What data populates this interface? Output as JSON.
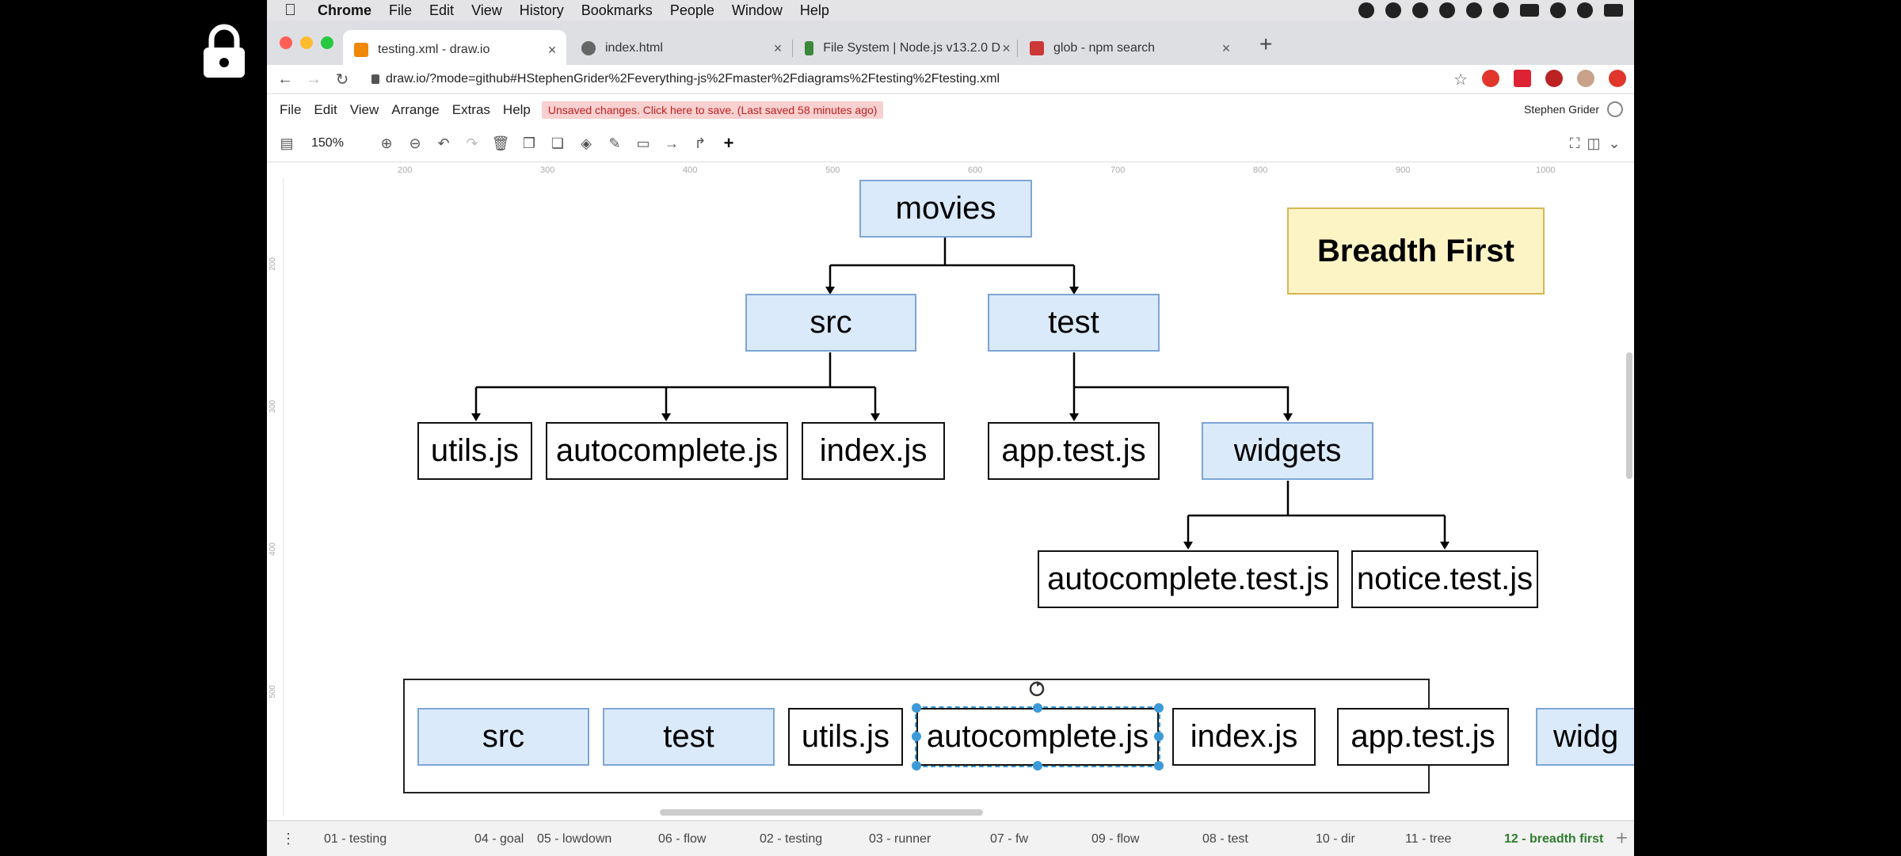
{
  "mac_menu": [
    "Chrome",
    "File",
    "Edit",
    "View",
    "History",
    "Bookmarks",
    "People",
    "Window",
    "Help"
  ],
  "tabs": [
    {
      "title": "testing.xml - draw.io",
      "favicon_color": "#f08705"
    },
    {
      "title": "index.html",
      "favicon_color": "#666666"
    },
    {
      "title": "File System | Node.js v13.2.0 D",
      "favicon_color": "#3c873a"
    },
    {
      "title": "glob - npm search",
      "favicon_color": "#cb3837"
    }
  ],
  "url": "draw.io/?mode=github#HStephenGrider%2Feverything-js%2Fmaster%2Fdiagrams%2Ftesting%2Ftesting.xml",
  "drawio_menu": [
    "File",
    "Edit",
    "View",
    "Arrange",
    "Extras",
    "Help"
  ],
  "unsaved_notice": "Unsaved changes. Click here to save. (Last saved 58 minutes ago)",
  "user_name": "Stephen Grider",
  "zoom": "150%",
  "ruler_top_labels": [
    "200",
    "300",
    "400",
    "500",
    "600",
    "700",
    "800",
    "900",
    "1000"
  ],
  "ruler_left_labels": [
    "200",
    "300",
    "400",
    "500"
  ],
  "tree": {
    "root": "movies",
    "level1": [
      "src",
      "test"
    ],
    "src_children": [
      "utils.js",
      "autocomplete.js",
      "index.js"
    ],
    "test_children": [
      "app.test.js",
      "widgets"
    ],
    "widgets_children": [
      "autocomplete.test.js",
      "notice.test.js"
    ]
  },
  "note": "Breadth First",
  "queue": [
    "src",
    "test",
    "utils.js",
    "autocomplete.js",
    "index.js",
    "app.test.js",
    "widg"
  ],
  "page_tabs": [
    "01 - testing",
    "04 - goal",
    "05 - lowdown",
    "06 - flow",
    "02 - testing",
    "03 - runner",
    "07 - fw",
    "09 - flow",
    "08 - test",
    "10 - dir",
    "11 - tree",
    "12 - breadth first"
  ],
  "active_page_tab": "12 - breadth first",
  "colors": {
    "node_fill": "#dbeafa",
    "node_border": "#7ca6d4",
    "note_fill": "#fdf4c6",
    "selection": "#3c9ad8"
  }
}
